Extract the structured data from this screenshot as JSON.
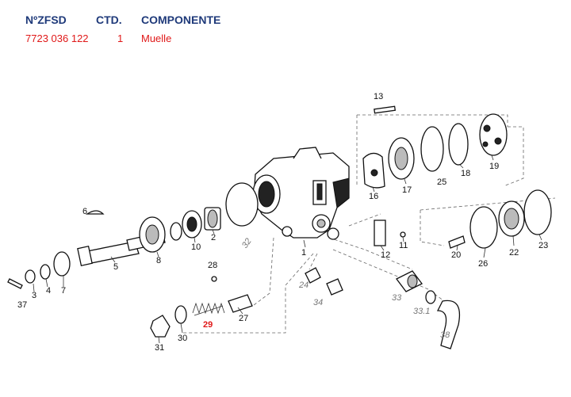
{
  "table": {
    "headers": {
      "code": "NºZFSD",
      "qty": "CTD.",
      "component": "COMPONENTE"
    },
    "row": {
      "code": "7723 036 122",
      "qty": "1",
      "component": "Muelle"
    }
  },
  "diagram": {
    "highlight_color": "#e01818",
    "header_color": "#1f3a7a",
    "labels": {
      "p1": "1",
      "p2": "2",
      "p3": "3",
      "p4": "4",
      "p5": "5",
      "p6": "6",
      "p7": "7",
      "p8": "8",
      "p10": "10",
      "p11": "11",
      "p12": "12",
      "p13": "13",
      "p16": "16",
      "p17": "17",
      "p18": "18",
      "p19": "19",
      "p20": "20",
      "p22": "22",
      "p23": "23",
      "p24": "24",
      "p25": "25",
      "p26": "26",
      "p27": "27",
      "p28": "28",
      "p29": "29",
      "p30": "30",
      "p31": "31",
      "p32": "32",
      "p33": "33",
      "p33_1": "33.1",
      "p34": "34",
      "p37": "37",
      "p38": "38"
    }
  }
}
